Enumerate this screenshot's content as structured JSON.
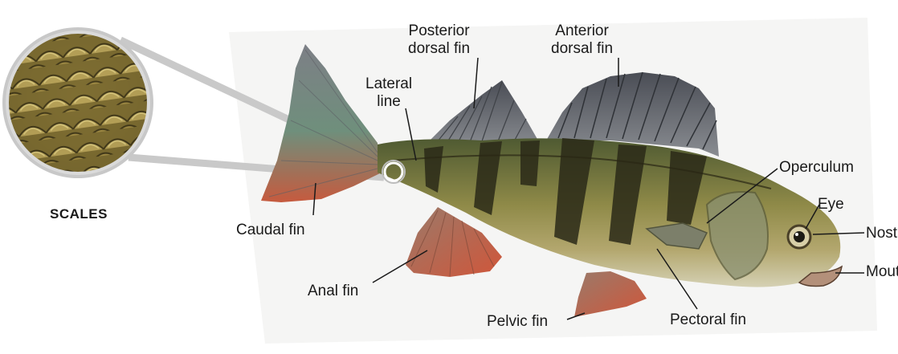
{
  "diagram": {
    "inset_label": "SCALES",
    "labels": {
      "posterior_dorsal_fin": [
        "Posterior",
        "dorsal fin"
      ],
      "anterior_dorsal_fin": [
        "Anterior",
        "dorsal fin"
      ],
      "lateral_line": [
        "Lateral",
        "line"
      ],
      "operculum": "Operculum",
      "eye": "Eye",
      "nostril": "Nostril",
      "mouth": "Mouth",
      "caudal_fin": "Caudal fin",
      "anal_fin": "Anal fin",
      "pelvic_fin": "Pelvic fin",
      "pectoral_fin": "Pectoral fin"
    },
    "colors": {
      "body_olive": "#7a7d45",
      "body_gold": "#a49550",
      "stripe": "#2b2a18",
      "fin_grey": "#6f7378",
      "fin_red": "#c4573c",
      "belly": "#c9c6a8",
      "scale_gold": "#8c7a3a",
      "lens_ring": "#c8c8c8"
    }
  }
}
